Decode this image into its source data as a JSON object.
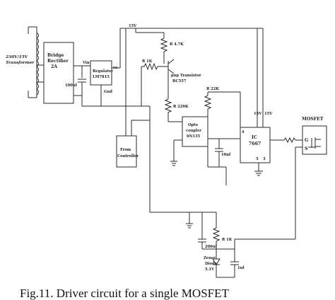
{
  "figure": {
    "caption": "Fig.11. Driver circuit for a single MOSFET"
  },
  "labels": {
    "transformer": [
      "230V/15V",
      "Transformer"
    ],
    "rectifier": [
      "Bridge",
      "Rectifier",
      "2A"
    ],
    "vin": "Vin",
    "cap_100nf": "100nf",
    "regulator": [
      "Regulator",
      "LM7815"
    ],
    "vout": "vo",
    "gnd": "Gnd",
    "v15_top": "15V",
    "r_4k7": "R 4.7K",
    "r_1k": "R 1K",
    "pnp": [
      "pnp Transistor",
      "BC557"
    ],
    "r_22k": "R 22K",
    "r_220k": "R 220K",
    "optocoupler": [
      "Opto",
      "coupler",
      "6N135"
    ],
    "cap_10nf": "10nf",
    "from_controller": [
      "From",
      "Controller"
    ],
    "ic": [
      "IC",
      "7667"
    ],
    "ic_pins": [
      "15V",
      "15V"
    ],
    "ic_pin_numbers": [
      "4",
      "5",
      "3"
    ],
    "mosfet": "MOSFET",
    "mosfet_pins": [
      "G",
      "S"
    ],
    "cap_200uf": "200uf",
    "r_11k": "R 1K",
    "zener": [
      "Zener",
      "Diode",
      "5.1V"
    ],
    "cap_1nf": "1nf"
  }
}
